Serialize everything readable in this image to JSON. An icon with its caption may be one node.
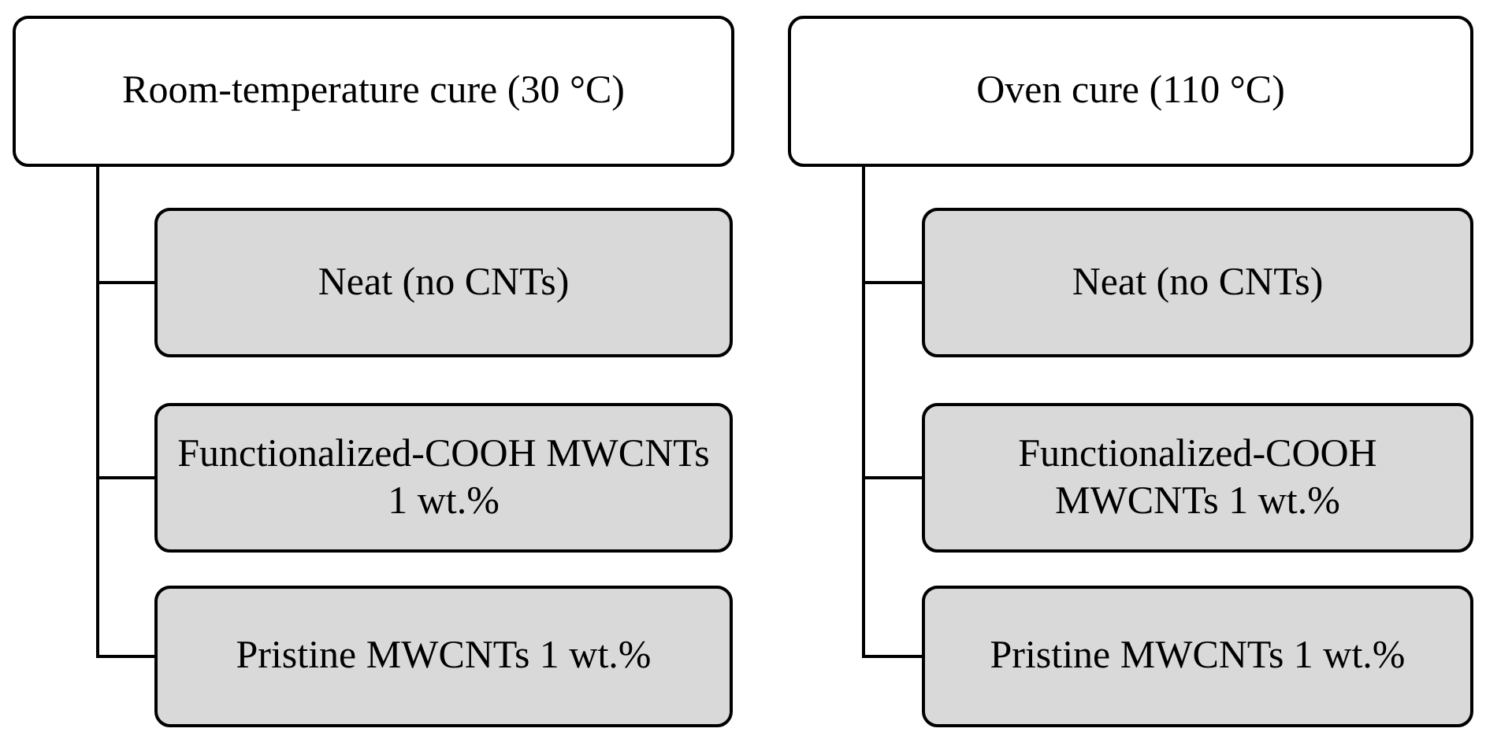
{
  "diagram": {
    "nodes": [
      {
        "text": [
          "Room-temperature cure (30 °C)"
        ]
      },
      {
        "text": [
          "Neat (no CNTs)"
        ]
      },
      {
        "text": [
          "Functionalized-COOH MWCNTs 1 wt.%"
        ]
      },
      {
        "text": [
          "Pristine MWCNTs 1 wt.%"
        ]
      },
      {
        "text": [
          "Oven cure (110 °C)"
        ]
      },
      {
        "text": [
          "Neat (no CNTs)"
        ]
      },
      {
        "text": [
          "Functionalized-COOH MWCNTs 1 wt.%"
        ]
      },
      {
        "text": [
          "Pristine MWCNTs 1 wt.%"
        ]
      }
    ],
    "edges": [
      {
        "from": 0,
        "to": 1,
        "arrow": "none"
      },
      {
        "from": 0,
        "to": 2,
        "arrow": "none"
      },
      {
        "from": 0,
        "to": 3,
        "arrow": "none"
      },
      {
        "from": 4,
        "to": 5,
        "arrow": "none"
      },
      {
        "from": 4,
        "to": 6,
        "arrow": "none"
      },
      {
        "from": 4,
        "to": 7,
        "arrow": "none"
      }
    ]
  }
}
